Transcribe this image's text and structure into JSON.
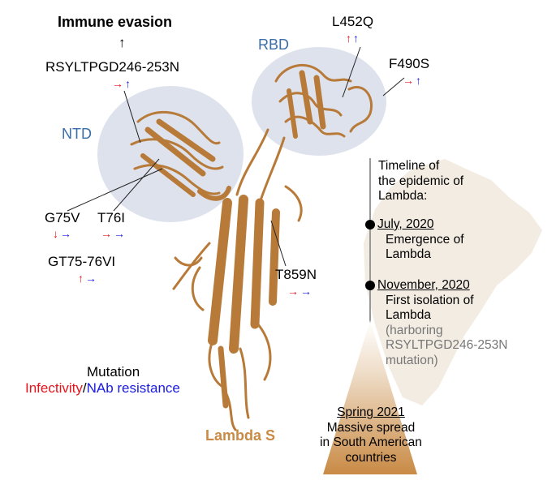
{
  "heading": "Immune evasion",
  "up_arrow": "↑",
  "mutations": {
    "rsyltpgd": "RSYLTPGD246-253N",
    "l452q": "L452Q",
    "f490s": "F490S",
    "g75v": "G75V",
    "t76i": "T76I",
    "gt75": "GT75-76VI",
    "t859n": "T859N"
  },
  "effects": {
    "rsyltpgd": {
      "infectivity": "→",
      "nab": "↑"
    },
    "l452q": {
      "infectivity": "↑",
      "nab": "↑"
    },
    "f490s": {
      "infectivity": "→",
      "nab": "↑"
    },
    "g75v": {
      "infectivity": "↓",
      "nab": "→"
    },
    "t76i": {
      "infectivity": "→",
      "nab": "→"
    },
    "gt75": {
      "infectivity": "↑",
      "nab": "→"
    },
    "t859n": {
      "infectivity": "→",
      "nab": "→"
    }
  },
  "domains": {
    "rbd": "RBD",
    "ntd": "NTD"
  },
  "legend": {
    "title": "Mutation",
    "infectivity": "Infectivity",
    "separator": "/",
    "nab": "NAb resistance"
  },
  "protein_label": "Lambda S",
  "timeline": {
    "title_lines": [
      "Timeline of",
      "the epidemic of",
      "Lambda:"
    ],
    "events": [
      {
        "date": "July, 2020",
        "lines": [
          "Emergence of",
          "Lambda"
        ],
        "note_lines": []
      },
      {
        "date": "November, 2020",
        "lines": [
          "First isolation of",
          "Lambda"
        ],
        "note_lines": [
          "(harboring",
          "RSYLTPGD246-253N",
          "mutation)"
        ]
      }
    ],
    "final": {
      "date": "Spring 2021",
      "lines": [
        "Massive spread",
        "in South American",
        "countries"
      ]
    }
  },
  "colors": {
    "protein": "#c98a45",
    "domain_ellipse": "#dde2ec",
    "infectivity": "#e8141c",
    "nab": "#1a1ae6",
    "domain_text": "#3b6ea8",
    "continent": "#f3ece2"
  }
}
